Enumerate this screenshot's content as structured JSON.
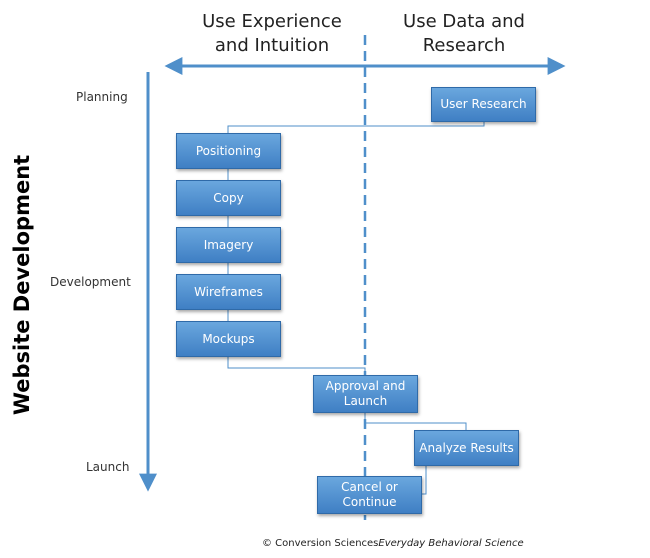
{
  "headers": {
    "left": "Use Experience\nand Intuition",
    "right": "Use Data and\nResearch"
  },
  "vertical_title": "Website Development",
  "stages": {
    "planning": "Planning",
    "development": "Development",
    "launch": "Launch"
  },
  "boxes": {
    "user_research": "User Research",
    "positioning": "Positioning",
    "copy": "Copy",
    "imagery": "Imagery",
    "wireframes": "Wireframes",
    "mockups": "Mockups",
    "approval": "Approval and\nLaunch",
    "analyze": "Analyze Results",
    "cancel": "Cancel or\nContinue"
  },
  "footer": {
    "company": "© Conversion Sciences",
    "tagline": "Everyday Behavioral Science"
  },
  "colors": {
    "arrow": "#4f8fca",
    "box_top": "#6aa7de",
    "box_bottom": "#3f7fc4",
    "connector": "#4f8fca"
  }
}
